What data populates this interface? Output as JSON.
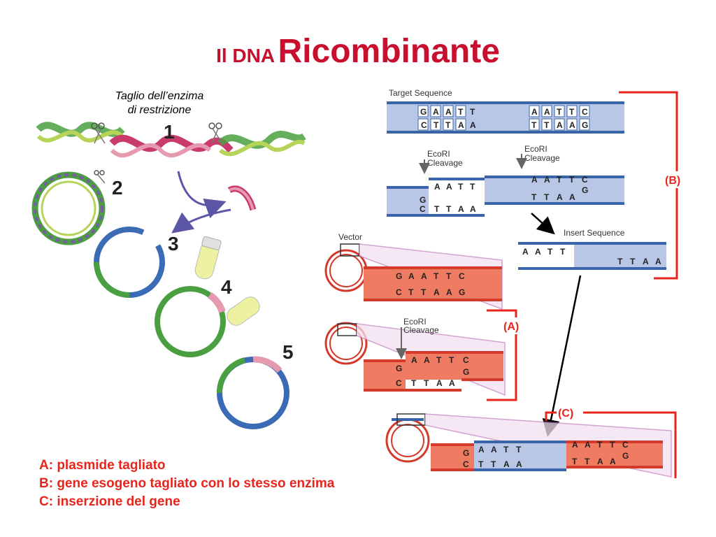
{
  "title": {
    "prefix": "Il DNA",
    "main": "Ricombinante"
  },
  "caption": {
    "line1": "Taglio dell’enzima",
    "line2": "di restrizione"
  },
  "steps": [
    "1",
    "2",
    "3",
    "4",
    "5"
  ],
  "labels": {
    "target_sequence": "Target Sequence",
    "insert_sequence": "Insert Sequence",
    "vector": "Vector",
    "ecori": "EcoRI",
    "cleavage": "Cleavage",
    "bracket_a": "(A)",
    "bracket_b": "(B)",
    "bracket_c": "(C)"
  },
  "legend": {
    "a": "A: plasmide tagliato",
    "b": "B: gene esogeno tagliato con lo stesso enzima",
    "c": "C: inserzione del gene"
  },
  "colors": {
    "title": "#c8102e",
    "legend": "#e8251d",
    "dna_blue": "#3a64a8",
    "dna_blue_fill": "#b9c7e6",
    "vector_red": "#d43a2a",
    "vector_fill": "#ef7b62",
    "bracket": "#e8251d",
    "plasmid_blue": "#3b6bb5",
    "plasmid_green": "#4aa040"
  }
}
